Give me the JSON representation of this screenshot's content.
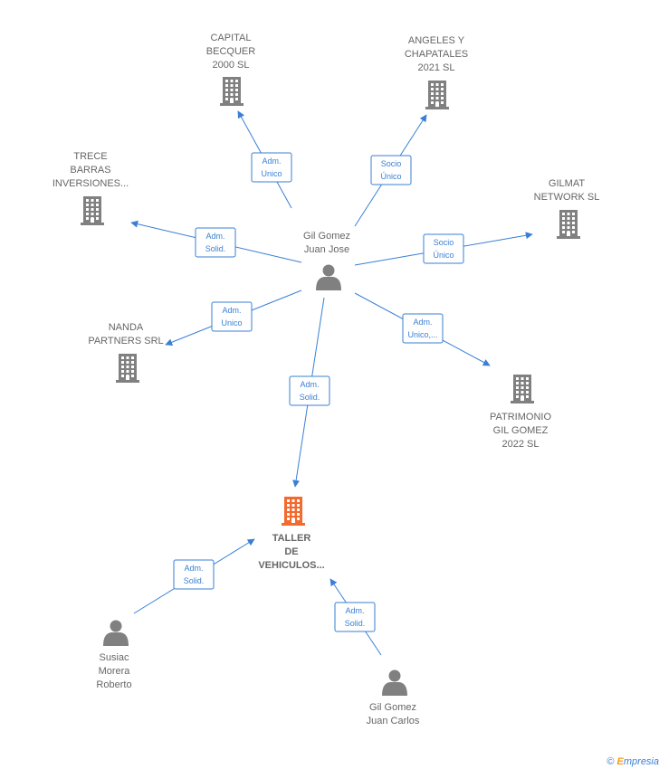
{
  "colors": {
    "edge": "#3a7fd5",
    "company": "#808080",
    "focus_company": "#f26a2e",
    "person": "#808080",
    "label": "#666666"
  },
  "nodes": {
    "capital_becquer": {
      "type": "company",
      "lines": [
        "CAPITAL",
        "BECQUER",
        "2000  SL"
      ]
    },
    "angeles_chapatales": {
      "type": "company",
      "lines": [
        "ANGELES Y",
        "CHAPATALES",
        "2021  SL"
      ]
    },
    "trece_barras": {
      "type": "company",
      "lines": [
        "TRECE",
        "BARRAS",
        "INVERSIONES..."
      ]
    },
    "gilmat_network": {
      "type": "company",
      "lines": [
        "GILMAT",
        "NETWORK  SL"
      ]
    },
    "gil_gomez_juan_jose": {
      "type": "person",
      "lines": [
        "Gil Gomez",
        "Juan Jose"
      ]
    },
    "nanda_partners": {
      "type": "company",
      "lines": [
        "NANDA",
        "PARTNERS SRL"
      ]
    },
    "patrimonio_gil_gomez": {
      "type": "company",
      "lines": [
        "PATRIMONIO",
        "GIL GOMEZ",
        "2022  SL"
      ]
    },
    "taller_vehiculos": {
      "type": "focus-company",
      "lines": [
        "TALLER",
        "DE",
        "VEHICULOS..."
      ]
    },
    "susiac_morera": {
      "type": "person",
      "lines": [
        "Susiac",
        "Morera",
        "Roberto"
      ]
    },
    "gil_gomez_juan_carlos": {
      "type": "person",
      "lines": [
        "Gil Gomez",
        "Juan Carlos"
      ]
    }
  },
  "edges": [
    {
      "id": "to-capital-becquer",
      "lines": [
        "Adm.",
        "Unico"
      ]
    },
    {
      "id": "to-angeles-chapatales",
      "lines": [
        "Socio",
        "Único"
      ]
    },
    {
      "id": "to-trece-barras",
      "lines": [
        "Adm.",
        "Solid."
      ]
    },
    {
      "id": "to-gilmat-network",
      "lines": [
        "Socio",
        "Único"
      ]
    },
    {
      "id": "to-nanda-partners",
      "lines": [
        "Adm.",
        "Unico"
      ]
    },
    {
      "id": "to-patrimonio-gil-gomez",
      "lines": [
        "Adm.",
        "Unico,..."
      ]
    },
    {
      "id": "to-taller-from-juan-jose",
      "lines": [
        "Adm.",
        "Solid."
      ]
    },
    {
      "id": "to-taller-from-susiac",
      "lines": [
        "Adm.",
        "Solid."
      ]
    },
    {
      "id": "to-taller-from-juan-carlos",
      "lines": [
        "Adm.",
        "Solid."
      ]
    }
  ],
  "footer": {
    "copyright_symbol": "©",
    "brand_first": "E",
    "brand_rest": "mpresia"
  }
}
